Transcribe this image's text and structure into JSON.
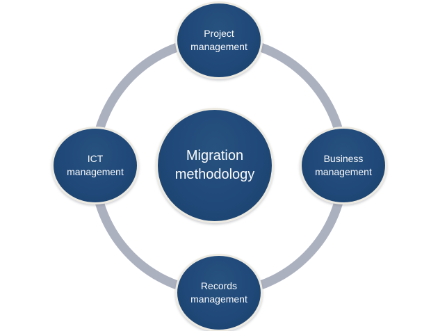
{
  "diagram": {
    "type": "cycle-diagram",
    "center": {
      "text": "Migration methodology",
      "lines": [
        "Migration",
        "methodology"
      ]
    },
    "nodes": [
      {
        "id": "project-management",
        "position": "top",
        "text": "Project management",
        "lines": [
          "Project",
          "management"
        ]
      },
      {
        "id": "business-management",
        "position": "right",
        "text": "Business management",
        "lines": [
          "Business",
          "management"
        ]
      },
      {
        "id": "records-management",
        "position": "bottom",
        "text": "Records management",
        "lines": [
          "Records",
          "management"
        ]
      },
      {
        "id": "ict-management",
        "position": "left",
        "text": "ICT management",
        "lines": [
          "ICT",
          "management"
        ]
      }
    ],
    "colors": {
      "node_fill": "#20497a",
      "node_border": "#edeae1",
      "ring": "#acb1c0",
      "text": "#fafbfc",
      "background": "#ffffff"
    }
  }
}
